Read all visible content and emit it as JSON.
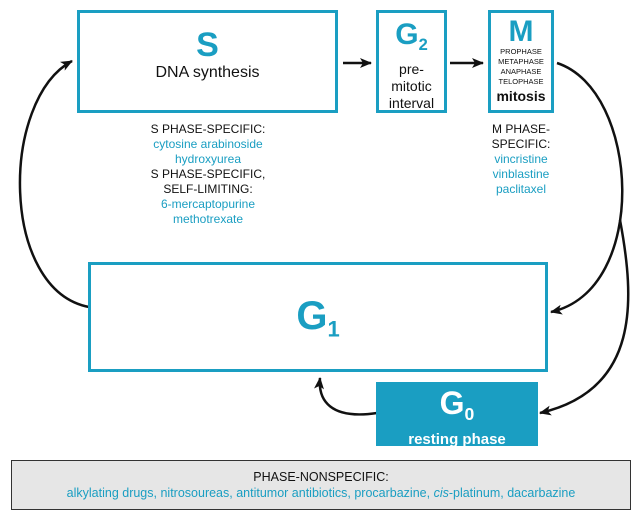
{
  "phases": {
    "S": {
      "letter": "S",
      "caption": "DNA synthesis"
    },
    "G2": {
      "letter": "G",
      "subscript": "2",
      "caption_lines": [
        "pre-",
        "mitotic",
        "interval"
      ]
    },
    "M": {
      "letter": "M",
      "stages": [
        "PROPHASE",
        "METAPHASE",
        "ANAPHASE",
        "TELOPHASE"
      ],
      "caption": "mitosis"
    },
    "G1": {
      "letter": "G",
      "subscript": "1"
    },
    "G0": {
      "letter": "G",
      "subscript": "0",
      "caption": "resting phase"
    }
  },
  "s_drugs": {
    "specific_label": "S PHASE-SPECIFIC:",
    "specific_drugs": [
      "cytosine arabinoside",
      "hydroxyurea"
    ],
    "limiting_label_lines": [
      "S PHASE-SPECIFIC,",
      "SELF-LIMITING:"
    ],
    "limiting_drugs": [
      "6-mercaptopurine",
      "methotrexate"
    ]
  },
  "m_drugs": {
    "label_lines": [
      "M PHASE-",
      "SPECIFIC:"
    ],
    "drugs": [
      "vincristine",
      "vinblastine",
      "paclitaxel"
    ]
  },
  "nonspecific": {
    "label": "PHASE-NONSPECIFIC:",
    "drugs": [
      "alkylating drugs",
      "nitrosoureas",
      "antitumor antibiotics",
      "procarbazine"
    ],
    "cis_prefix": "cis",
    "cis_suffix": "-platinum",
    "last_drug": "dacarbazine",
    "separator": ", "
  },
  "colors": {
    "accent": "#1a9ec2",
    "text": "#111111",
    "panel": "#e6e6e6"
  }
}
